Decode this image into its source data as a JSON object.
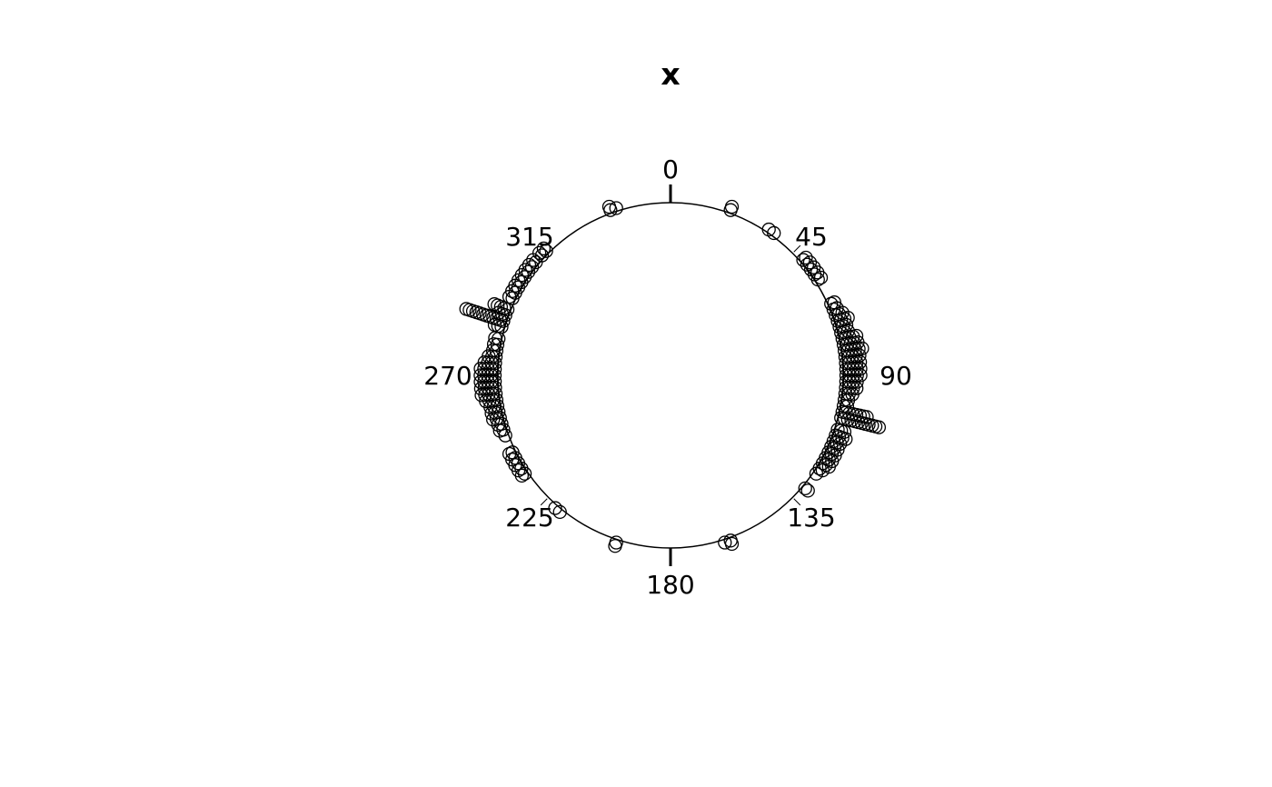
{
  "chart_data": {
    "type": "scatter",
    "subtype": "circular-stacked",
    "title": "x",
    "units": "degrees",
    "zero_position": "top",
    "rotation": "clockwise",
    "tick_labels": [
      "0",
      "45",
      "90",
      "135",
      "180",
      "225",
      "270",
      "315"
    ],
    "grid": false,
    "legend": "none",
    "point_color": "#000000",
    "points": [
      {
        "angle": 340,
        "count": 2
      },
      {
        "angle": 342,
        "count": 1
      },
      {
        "angle": 20,
        "count": 2
      },
      {
        "angle": 34,
        "count": 1
      },
      {
        "angle": 36,
        "count": 1
      },
      {
        "angle": 49,
        "count": 2
      },
      {
        "angle": 51,
        "count": 2
      },
      {
        "angle": 53,
        "count": 2
      },
      {
        "angle": 55,
        "count": 2
      },
      {
        "angle": 57,
        "count": 2
      },
      {
        "angle": 66,
        "count": 2
      },
      {
        "angle": 68,
        "count": 2
      },
      {
        "angle": 70,
        "count": 3
      },
      {
        "angle": 72,
        "count": 4
      },
      {
        "angle": 74,
        "count": 3
      },
      {
        "angle": 76,
        "count": 3
      },
      {
        "angle": 78,
        "count": 5
      },
      {
        "angle": 80,
        "count": 5
      },
      {
        "angle": 82,
        "count": 6
      },
      {
        "angle": 84,
        "count": 5
      },
      {
        "angle": 86,
        "count": 5
      },
      {
        "angle": 88,
        "count": 5
      },
      {
        "angle": 90,
        "count": 5
      },
      {
        "angle": 92,
        "count": 4
      },
      {
        "angle": 94,
        "count": 4
      },
      {
        "angle": 96,
        "count": 3
      },
      {
        "angle": 98,
        "count": 2
      },
      {
        "angle": 100,
        "count": 2
      },
      {
        "angle": 102,
        "count": 8
      },
      {
        "angle": 104,
        "count": 12
      },
      {
        "angle": 108,
        "count": 3
      },
      {
        "angle": 110,
        "count": 4
      },
      {
        "angle": 112,
        "count": 3
      },
      {
        "angle": 114,
        "count": 3
      },
      {
        "angle": 116,
        "count": 3
      },
      {
        "angle": 118,
        "count": 3
      },
      {
        "angle": 120,
        "count": 3
      },
      {
        "angle": 122,
        "count": 2
      },
      {
        "angle": 124,
        "count": 1
      },
      {
        "angle": 130,
        "count": 2
      },
      {
        "angle": 160,
        "count": 2
      },
      {
        "angle": 162,
        "count": 1
      },
      {
        "angle": 198,
        "count": 2
      },
      {
        "angle": 219,
        "count": 1
      },
      {
        "angle": 221,
        "count": 1
      },
      {
        "angle": 236,
        "count": 2
      },
      {
        "angle": 238,
        "count": 2
      },
      {
        "angle": 240,
        "count": 2
      },
      {
        "angle": 242,
        "count": 2
      },
      {
        "angle": 244,
        "count": 2
      },
      {
        "angle": 250,
        "count": 1
      },
      {
        "angle": 252,
        "count": 2
      },
      {
        "angle": 254,
        "count": 2
      },
      {
        "angle": 256,
        "count": 3
      },
      {
        "angle": 258,
        "count": 3
      },
      {
        "angle": 260,
        "count": 3
      },
      {
        "angle": 262,
        "count": 4
      },
      {
        "angle": 264,
        "count": 5
      },
      {
        "angle": 266,
        "count": 5
      },
      {
        "angle": 268,
        "count": 5
      },
      {
        "angle": 270,
        "count": 5
      },
      {
        "angle": 272,
        "count": 5
      },
      {
        "angle": 274,
        "count": 4
      },
      {
        "angle": 276,
        "count": 3
      },
      {
        "angle": 278,
        "count": 2
      },
      {
        "angle": 280,
        "count": 2
      },
      {
        "angle": 282,
        "count": 2
      },
      {
        "angle": 286,
        "count": 3
      },
      {
        "angle": 288,
        "count": 12
      },
      {
        "angle": 290,
        "count": 3
      },
      {
        "angle": 292,
        "count": 5
      },
      {
        "angle": 296,
        "count": 2
      },
      {
        "angle": 298,
        "count": 2
      },
      {
        "angle": 300,
        "count": 2
      },
      {
        "angle": 302,
        "count": 2
      },
      {
        "angle": 304,
        "count": 2
      },
      {
        "angle": 306,
        "count": 2
      },
      {
        "angle": 308,
        "count": 2
      },
      {
        "angle": 310,
        "count": 2
      },
      {
        "angle": 313,
        "count": 2
      },
      {
        "angle": 315,
        "count": 2
      }
    ]
  }
}
